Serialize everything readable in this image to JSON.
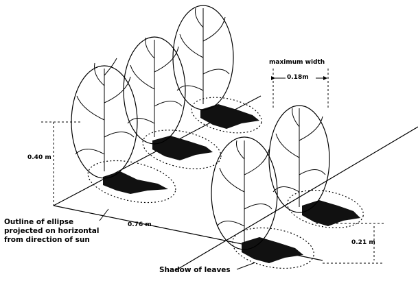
{
  "labels": {
    "max_width_title": "maximum width",
    "max_width_value": "0.18m",
    "height_value": "0.40 m",
    "row_spacing_value": "0.76 m",
    "plant_spacing_value": "0.21 m",
    "ellipse_caption_line1": "Outline of ellipse",
    "ellipse_caption_line2": "projected on horizontal",
    "ellipse_caption_line3": "from direction of sun",
    "shadow_caption": "Shadow of leaves"
  },
  "colors": {
    "ink": "#000000",
    "background": "#ffffff"
  }
}
